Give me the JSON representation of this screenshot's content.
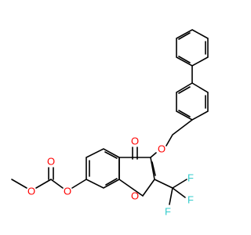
{
  "molecule": {
    "atom_labels": {
      "ketone_oxygen": "O",
      "ether_oxygen": "O",
      "ring_oxygen": "O",
      "ester_oxygen": "O",
      "carbonyl_oxygen": "O",
      "methoxy_oxygen": "O",
      "fluorine_top": "F",
      "fluorine_right": "F",
      "fluorine_bottom": "F"
    },
    "colors": {
      "bond": "#000000",
      "oxygen": "#ff0000",
      "fluorine": "#33cccc",
      "background": "#ffffff"
    }
  }
}
